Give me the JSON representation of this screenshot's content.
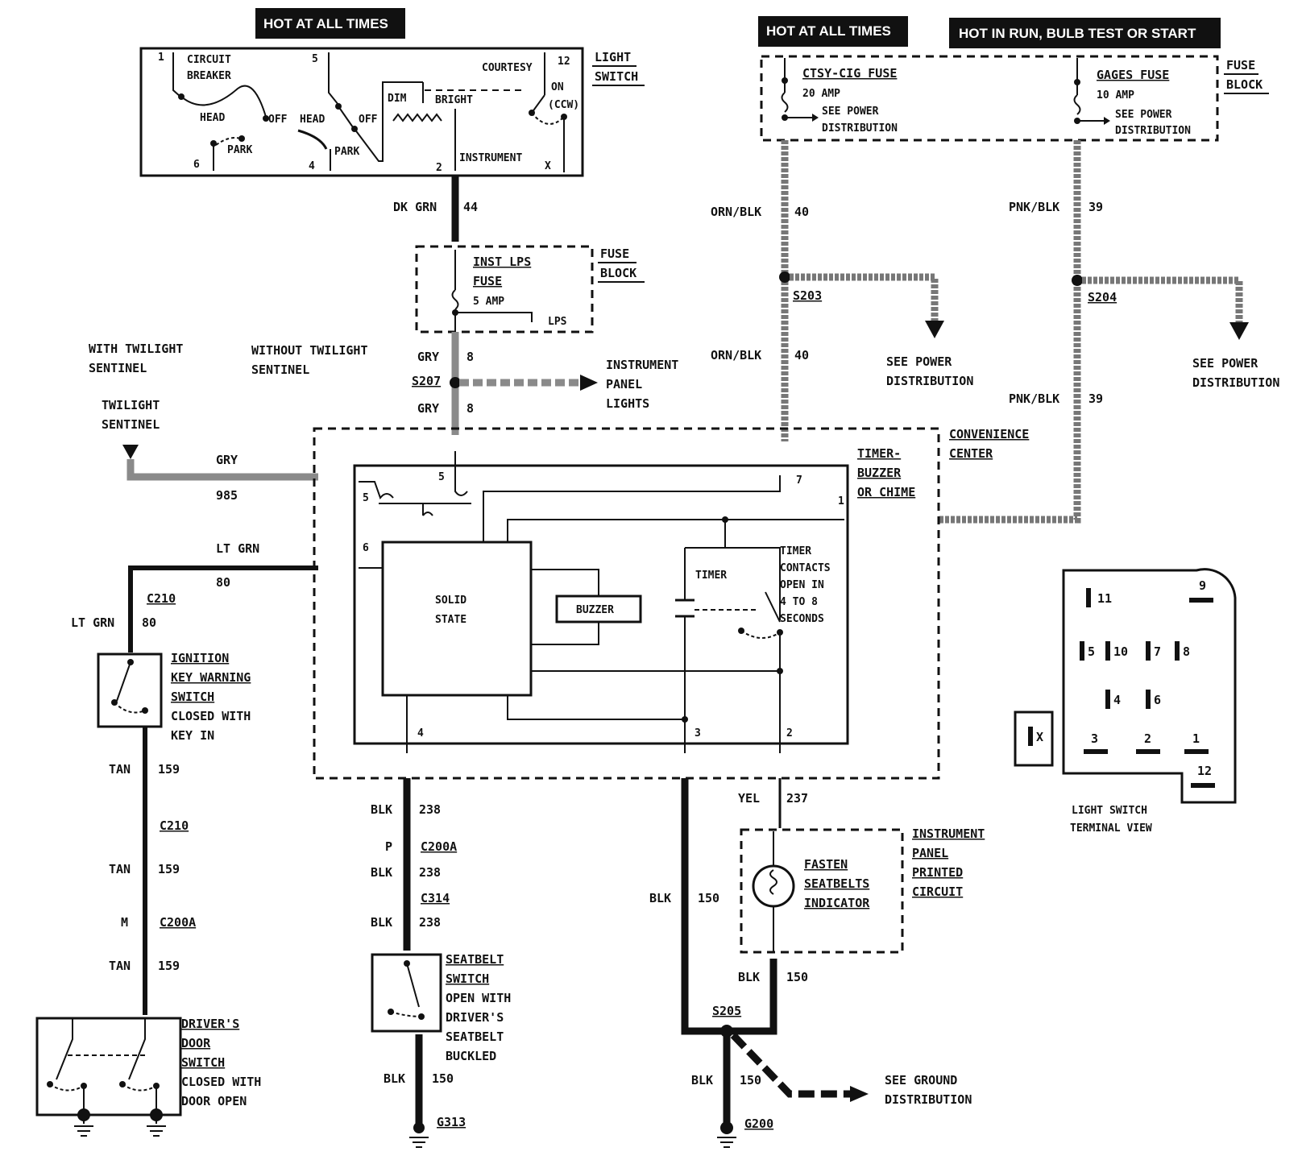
{
  "headers": {
    "hot_all_times_left": "HOT AT ALL TIMES",
    "hot_all_times_right": "HOT AT ALL TIMES",
    "hot_in_run": "HOT IN RUN,  BULB TEST OR START"
  },
  "light_switch": {
    "title1": "LIGHT",
    "title2": "SWITCH",
    "circuit": "CIRCUIT",
    "breaker": "BREAKER",
    "head": "HEAD",
    "off": "OFF",
    "park": "PARK",
    "dim": "DIM",
    "bright": "BRIGHT",
    "courtesy": "COURTESY",
    "on": "ON",
    "ccw": "(CCW)",
    "instrument": "INSTRUMENT",
    "t1": "1",
    "t5": "5",
    "t12": "12",
    "t6": "6",
    "t4": "4",
    "t2": "2",
    "tx": "X"
  },
  "fuse_block_top": {
    "title1": "FUSE",
    "title2": "BLOCK",
    "ctsy_fuse": "CTSY-CIG FUSE",
    "ctsy_amp": "20 AMP",
    "gages_fuse": "GAGES FUSE",
    "gages_amp": "10 AMP",
    "see_power": "SEE POWER",
    "distribution": "DISTRIBUTION"
  },
  "fuse_block_mid": {
    "title1": "FUSE",
    "title2": "BLOCK",
    "inst_lps": "INST LPS",
    "fuse": "FUSE",
    "amp": "5 AMP",
    "lps": "LPS"
  },
  "wires": {
    "dk_grn": "DK GRN",
    "n44": "44",
    "orn_blk": "ORN/BLK",
    "n40": "40",
    "pnk_blk": "PNK/BLK",
    "n39": "39",
    "gry": "GRY",
    "n8": "8",
    "n985": "985",
    "lt_grn": "LT GRN",
    "n80": "80",
    "tan": "TAN",
    "n159": "159",
    "blk": "BLK",
    "n238": "238",
    "n150": "150",
    "yel": "YEL",
    "n237": "237"
  },
  "splices": {
    "s203": "S203",
    "s204": "S204",
    "s207": "S207",
    "s205": "S205"
  },
  "connectors": {
    "c210": "C210",
    "c200a": "C200A",
    "c314": "C314",
    "p": "P",
    "m": "M"
  },
  "grounds": {
    "g313": "G313",
    "g200": "G200"
  },
  "labels": {
    "with_twilight1": "WITH TWILIGHT",
    "with_twilight2": "SENTINEL",
    "without_twilight1": "WITHOUT TWILIGHT",
    "without_twilight2": "SENTINEL",
    "twilight1": "TWILIGHT",
    "twilight2": "SENTINEL",
    "ip_lights1": "INSTRUMENT",
    "ip_lights2": "PANEL",
    "ip_lights3": "LIGHTS",
    "see_power": "SEE POWER",
    "distribution": "DISTRIBUTION",
    "see_ground": "SEE GROUND",
    "ground_distribution": "DISTRIBUTION"
  },
  "convenience_center": {
    "title1": "CONVENIENCE",
    "title2": "CENTER",
    "timer_buzzer1": "TIMER-",
    "timer_buzzer2": "BUZZER",
    "timer_buzzer3": "OR CHIME",
    "solid": "SOLID",
    "state": "STATE",
    "buzzer": "BUZZER",
    "timer": "TIMER",
    "contacts1": "TIMER",
    "contacts2": "CONTACTS",
    "contacts3": "OPEN IN",
    "contacts4": "4 TO 8",
    "contacts5": "SECONDS",
    "p5a": "5",
    "p5b": "5",
    "p7": "7",
    "p1": "1",
    "p6": "6",
    "p4": "4",
    "p3": "3",
    "p2": "2"
  },
  "ignition_switch": {
    "l1": "IGNITION",
    "l2": "KEY WARNING",
    "l3": "SWITCH",
    "l4": "CLOSED WITH",
    "l5": "KEY IN"
  },
  "door_switch": {
    "l1": "DRIVER'S",
    "l2": "DOOR",
    "l3": "SWITCH",
    "l4": "CLOSED WITH",
    "l5": "DOOR OPEN"
  },
  "seatbelt_switch": {
    "l1": "SEATBELT",
    "l2": "SWITCH",
    "l3": "OPEN WITH",
    "l4": "DRIVER'S",
    "l5": "SEATBELT",
    "l6": "BUCKLED"
  },
  "indicator": {
    "l1": "FASTEN",
    "l2": "SEATBELTS",
    "l3": "INDICATOR",
    "ip1": "INSTRUMENT",
    "ip2": "PANEL",
    "ip3": "PRINTED",
    "ip4": "CIRCUIT"
  },
  "terminal_view": {
    "title1": "LIGHT SWITCH",
    "title2": "TERMINAL VIEW",
    "n11": "11",
    "n9": "9",
    "n5": "5",
    "n10": "10",
    "n7": "7",
    "n8": "8",
    "n4": "4",
    "n6": "6",
    "nx": "X",
    "n3": "3",
    "n2": "2",
    "n1": "1",
    "n12": "12"
  }
}
